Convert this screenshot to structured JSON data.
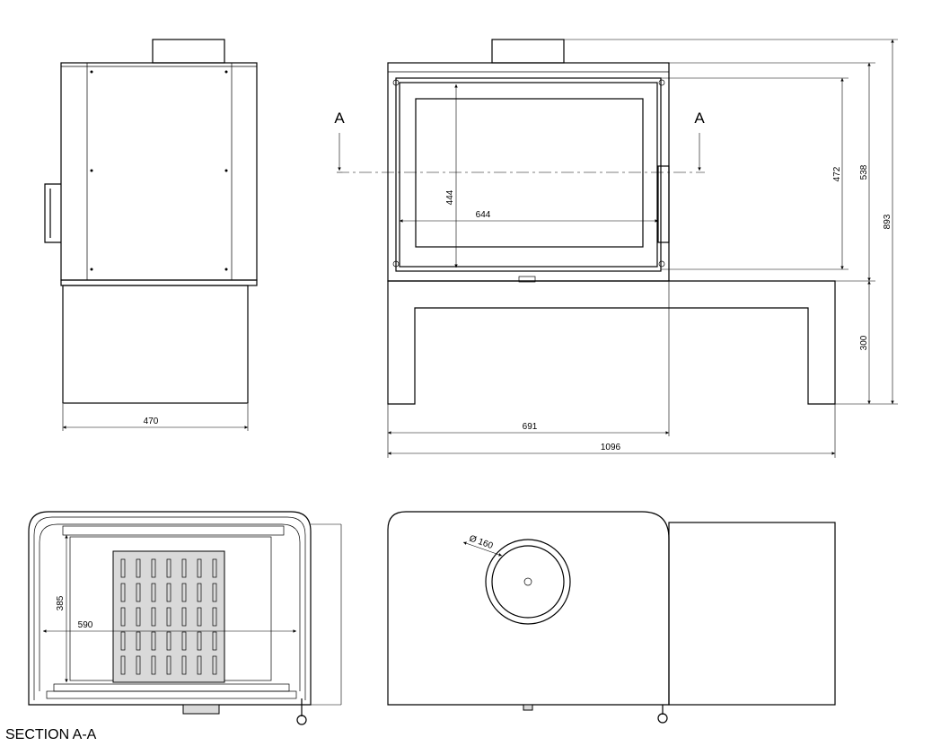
{
  "dimensions": {
    "side_depth": "470",
    "front_width": "691",
    "overall_width": "1096",
    "glass_width": "644",
    "glass_height": "444",
    "door_height": "472",
    "body_height": "538",
    "overall_height": "893",
    "bench_height": "300",
    "section_depth": "385",
    "section_width": "590",
    "flue_diameter": "Ø 160"
  },
  "labels": {
    "section_marker_left": "A",
    "section_marker_right": "A",
    "section_caption": "SECTION A-A"
  }
}
